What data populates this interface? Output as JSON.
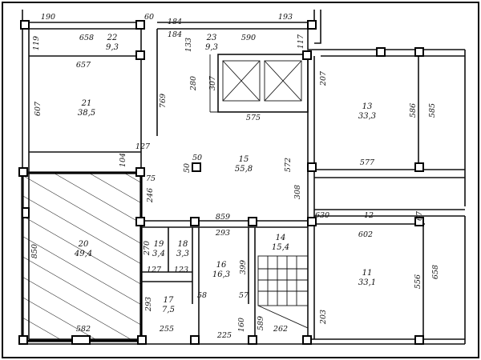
{
  "rooms": [
    {
      "id": "r22",
      "number": "22",
      "area": "9,3"
    },
    {
      "id": "r23",
      "number": "23",
      "area": "9,3"
    },
    {
      "id": "r21",
      "number": "21",
      "area": "38,5"
    },
    {
      "id": "r13",
      "number": "13",
      "area": "33,3"
    },
    {
      "id": "r15",
      "number": "15",
      "area": "55,8"
    },
    {
      "id": "r20",
      "number": "20",
      "area": "49,4"
    },
    {
      "id": "r19",
      "number": "19",
      "area": "3,4"
    },
    {
      "id": "r18",
      "number": "18",
      "area": "3,3"
    },
    {
      "id": "r16",
      "number": "16",
      "area": "16,3"
    },
    {
      "id": "r14",
      "number": "14",
      "area": "15,4"
    },
    {
      "id": "r11",
      "number": "11",
      "area": "33,1"
    },
    {
      "id": "r17",
      "number": "17",
      "area": "7,5"
    }
  ],
  "dimensions": [
    "190",
    "60",
    "184",
    "193",
    "658",
    "184",
    "590",
    "119",
    "117",
    "657",
    "133",
    "280",
    "307",
    "207",
    "769",
    "607",
    "575",
    "586",
    "585",
    "127",
    "104",
    "50",
    "50",
    "572",
    "577",
    "75",
    "246",
    "308",
    "859",
    "630",
    "12",
    "67",
    "293",
    "602",
    "270",
    "123",
    "127",
    "399",
    "850",
    "658",
    "556",
    "58",
    "57",
    "293",
    "203",
    "160",
    "589",
    "262",
    "582",
    "255",
    "225"
  ]
}
